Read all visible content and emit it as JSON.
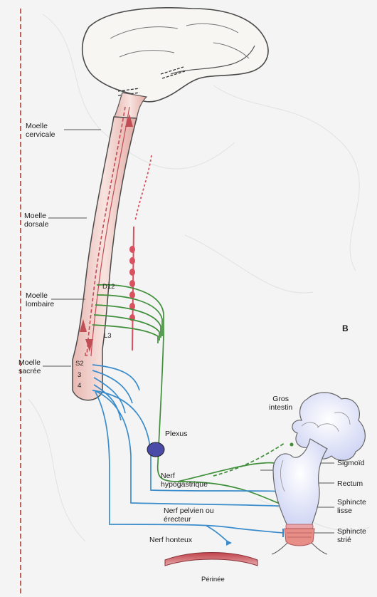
{
  "labels": {
    "moelle_cervicale": [
      "Moelle",
      "cervicale"
    ],
    "moelle_dorsale": [
      "Moelle",
      "dorsale"
    ],
    "moelle_lombaire": [
      "Moelle",
      "lombaire"
    ],
    "moelle_sacree": [
      "Moelle",
      "sacrée"
    ],
    "d12": "D12",
    "l3": "L3",
    "s2": "S2",
    "s3": "3",
    "s4": "4",
    "panel": "B",
    "gros_intestin": [
      "Gros",
      "intestin"
    ],
    "plexus": "Plexus",
    "sigmoide": "Sigmoïd",
    "rectum": "Rectum",
    "sphincter_lisse": [
      "Sphincte",
      "lisse"
    ],
    "sphincter_strie": [
      "Sphincte",
      "strié"
    ],
    "nerf_hypogastrique": [
      "Nerf",
      "hypogastrique"
    ],
    "nerf_pelvien": [
      "Nerf pelvien ou",
      "érecteur"
    ],
    "nerf_honteux": "Nerf honteux",
    "perinee": "Périnée"
  },
  "colors": {
    "sympathetic": "#3f8f3a",
    "parasympathetic": "#3a8ccc",
    "cord": "#f0ccc8",
    "chain": "#d9505e",
    "plexus": "#4a4aa8",
    "colon": "#ffffff"
  }
}
